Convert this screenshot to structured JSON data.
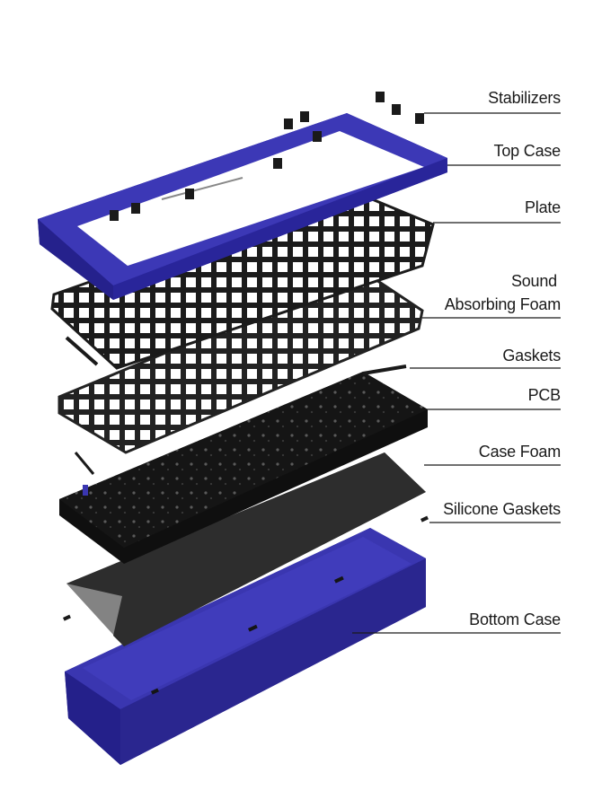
{
  "diagram": {
    "layers": [
      {
        "id": "stabilizers",
        "label": "Stabilizers"
      },
      {
        "id": "top-case",
        "label": "Top Case"
      },
      {
        "id": "plate",
        "label": "Plate"
      },
      {
        "id": "sound-absorbing-foam",
        "label_line1": "Sound",
        "label_line2": "Absorbing Foam"
      },
      {
        "id": "gaskets",
        "label": "Gaskets"
      },
      {
        "id": "pcb",
        "label": "PCB"
      },
      {
        "id": "case-foam",
        "label": "Case Foam"
      },
      {
        "id": "silicone-gaskets",
        "label": "Silicone Gaskets"
      },
      {
        "id": "bottom-case",
        "label": "Bottom Case"
      }
    ],
    "colors": {
      "case_blue": "#3a36b0",
      "case_blue_dark": "#23207a",
      "case_blue_light": "#5450d0",
      "plate_dark": "#1b1b1b",
      "foam_dark": "#262626",
      "pcb_dark": "#141414",
      "leader_line": "#1a1a1a"
    }
  }
}
